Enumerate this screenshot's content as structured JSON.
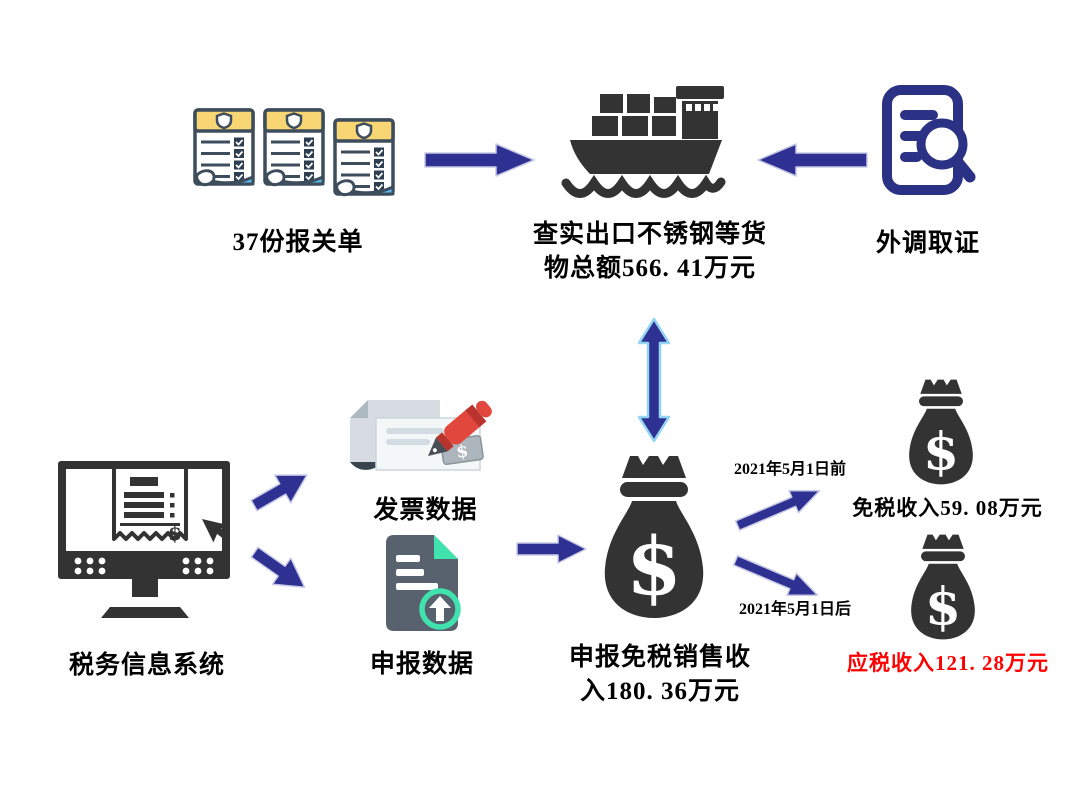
{
  "colors": {
    "arrow_navy": "#2E3192",
    "arrow_light_edge": "#C7C9E6",
    "double_arrow_edge": "#93D4F0",
    "icon_dark": "#333333",
    "icon_navy": "#2B3285",
    "doc_outline": "#3D4D5C",
    "doc_yellow": "#F9D674",
    "doc_blue": "#56BEEE",
    "teal": "#40E3AE",
    "slate": "#58626E",
    "pen_red": "#E2473D",
    "red_text": "#FF0000",
    "black_text": "#000000"
  },
  "icons": {
    "dollar": "$"
  },
  "nodes": {
    "customs_docs": {
      "label": "37份报关单"
    },
    "ship": {
      "label_line1": "查实出口不锈钢等货",
      "label_line2": "物总额566. 41万元"
    },
    "evidence": {
      "label": "外调取证"
    },
    "tax_system": {
      "label": "税务信息系统"
    },
    "invoice_data": {
      "label": "发票数据"
    },
    "declaration_data": {
      "label": "申报数据"
    },
    "declared_income": {
      "label_line1": "申报免税销售收",
      "label_line2": "入180. 36万元"
    },
    "exempt_income": {
      "label": "免税收入59. 08万元"
    },
    "taxable_income": {
      "label": "应税收入121. 28万元"
    }
  },
  "edge_labels": {
    "before_date": "2021年5月1日前",
    "after_date": "2021年5月1日后"
  }
}
